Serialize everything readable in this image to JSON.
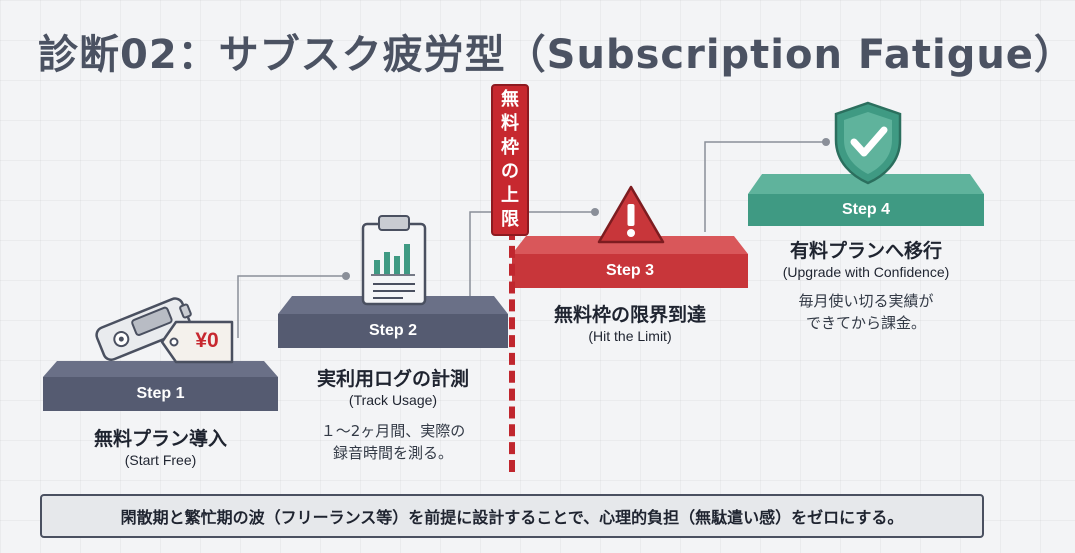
{
  "title": "診断02：サブスク疲労型（Subscription Fatigue）",
  "banner": {
    "chars": [
      "無",
      "料",
      "枠",
      "の",
      "上",
      "限"
    ]
  },
  "steps": [
    {
      "badge": "Step 1",
      "label": "無料プラン導入",
      "sub": "(Start Free)",
      "price_tag": "¥0",
      "color": "#555b71"
    },
    {
      "badge": "Step 2",
      "label": "実利用ログの計測",
      "sub": "(Track Usage)",
      "desc": [
        "１〜2ヶ月間、実際の",
        "録音時間を測る。"
      ],
      "color": "#555b71"
    },
    {
      "badge": "Step 3",
      "label": "無料枠の限界到達",
      "sub": "(Hit the Limit)",
      "color": "#c8363a"
    },
    {
      "badge": "Step 4",
      "label": "有料プランへ移行",
      "sub": "(Upgrade with Confidence)",
      "desc": [
        "毎月使い切る実績が",
        "できてから課金。"
      ],
      "color": "#3f9a83"
    }
  ],
  "footer": "閑散期と繁忙期の波（フリーランス等）を前提に設計することで、心理的負担（無駄遣い感）をゼロにする。",
  "icons": [
    "voice-recorder-icon",
    "price-tag-icon",
    "clipboard-chart-icon",
    "warning-icon",
    "shield-check-icon"
  ]
}
